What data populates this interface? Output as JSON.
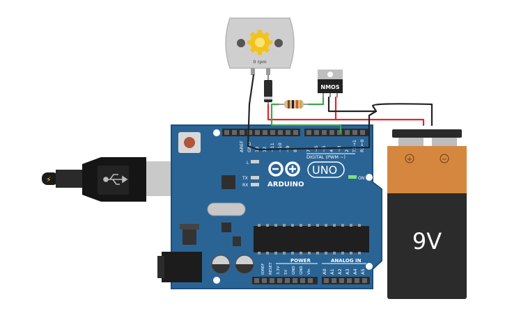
{
  "motor": {
    "speed_label": "0 rpm"
  },
  "transistor": {
    "label": "NMOS"
  },
  "battery": {
    "voltage_label": "9V",
    "positive_symbol": "+",
    "negative_symbol": "−"
  },
  "arduino": {
    "brand": "ARDUINO",
    "model": "UNO",
    "on_label": "ON",
    "power_label": "POWER",
    "analog_label": "ANALOG IN",
    "digital_label": "DIGITAL (PWM ~)",
    "led_l": "L",
    "led_tx": "TX",
    "led_rx": "RX",
    "aref_label": "AREF",
    "gnd_label": "GND",
    "digital_pins": [
      "13",
      "12",
      "~11",
      "~10",
      "~9",
      "8",
      "7",
      "~6",
      "~5",
      "4",
      "~3",
      "2",
      "TX→1",
      "RX←0"
    ],
    "power_pins": [
      "IOREF",
      "RESET",
      "3.3V",
      "5V",
      "GND",
      "GND",
      "Vin"
    ],
    "analog_pins": [
      "A0",
      "A1",
      "A2",
      "A3",
      "A4",
      "A5"
    ]
  },
  "colors": {
    "board": "#2a6495",
    "board_edge": "#1d4f7a",
    "battery_body": "#d6873f",
    "battery_bottom": "#2b2b2b",
    "wire_red": "#e0262b",
    "wire_black": "#222222",
    "wire_green": "#3aa845",
    "motor_gear": "#f2c31b"
  }
}
